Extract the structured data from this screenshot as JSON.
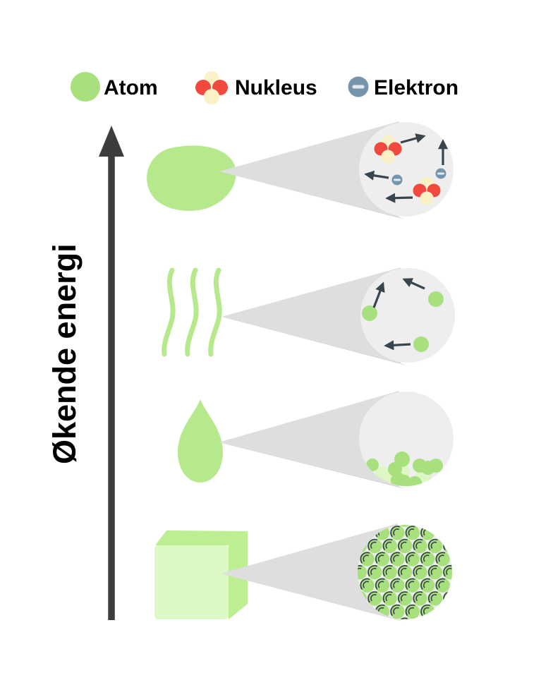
{
  "legend": {
    "items": [
      {
        "name": "atom",
        "label": "Atom",
        "icon": "atom-icon"
      },
      {
        "name": "nucleus",
        "label": "Nukleus",
        "icon": "nucleus-icon"
      },
      {
        "name": "electron",
        "label": "Elektron",
        "icon": "electron-icon"
      }
    ]
  },
  "axis": {
    "label": "Økende energi",
    "direction": "up"
  },
  "diagram": {
    "rows": [
      {
        "name": "plasma",
        "magnified": {
          "nuclei": 2,
          "electrons": 2,
          "motion_arrows": 4
        }
      },
      {
        "name": "gas",
        "magnified": {
          "atoms": 3,
          "motion_arrows": 3
        }
      },
      {
        "name": "liquid",
        "magnified": {
          "atoms_settled_at_bottom": 13
        }
      },
      {
        "name": "solid",
        "magnified": {
          "packed_lattice_atoms_with_vibration_marks": true
        }
      }
    ]
  },
  "palette": {
    "green": "#a9e07e",
    "greenSoft": "#b5e98c",
    "greenLight": "#ddf6c3",
    "cubeFront": "#dcf9c5",
    "greenMid": "#bdee92",
    "red": "#f2493f",
    "cream": "#faf2c6",
    "electron": "#7495ac",
    "ink": "#39454d",
    "axis": "#3d3d3d",
    "cone": "#dedede",
    "coneShadow": "#d2d2d2",
    "lens": "#eeeeee"
  }
}
